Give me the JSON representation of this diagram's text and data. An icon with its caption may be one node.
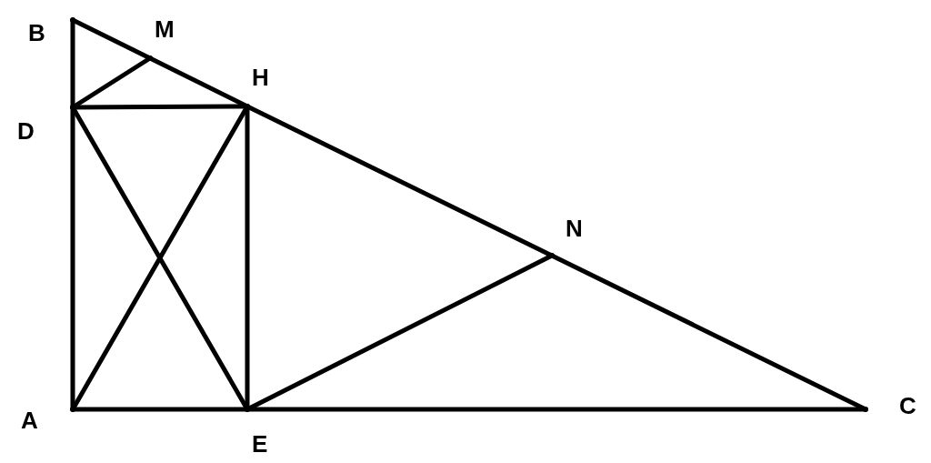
{
  "diagram": {
    "nodes": [
      {
        "text": [
          "B"
        ]
      },
      {
        "text": [
          "M"
        ]
      },
      {
        "text": [
          "H"
        ]
      },
      {
        "text": [
          "D"
        ]
      },
      {
        "text": [
          "N"
        ]
      },
      {
        "text": [
          "A"
        ]
      },
      {
        "text": [
          "E"
        ]
      },
      {
        "text": [
          "C"
        ]
      }
    ],
    "edges": [
      {
        "from": 0,
        "to": 1,
        "arrow": "none"
      },
      {
        "from": 1,
        "to": 2,
        "arrow": "none"
      },
      {
        "from": 2,
        "to": 4,
        "arrow": "none"
      },
      {
        "from": 4,
        "to": 7,
        "arrow": "none"
      },
      {
        "from": 0,
        "to": 3,
        "arrow": "none"
      },
      {
        "from": 3,
        "to": 5,
        "arrow": "none"
      },
      {
        "from": 5,
        "to": 6,
        "arrow": "none"
      },
      {
        "from": 6,
        "to": 7,
        "arrow": "none"
      },
      {
        "from": 3,
        "to": 2,
        "arrow": "none"
      },
      {
        "from": 2,
        "to": 6,
        "arrow": "none"
      },
      {
        "from": 3,
        "to": 6,
        "arrow": "none"
      },
      {
        "from": 5,
        "to": 2,
        "arrow": "none"
      },
      {
        "from": 3,
        "to": 1,
        "arrow": "none"
      },
      {
        "from": 6,
        "to": 4,
        "arrow": "none"
      }
    ]
  }
}
